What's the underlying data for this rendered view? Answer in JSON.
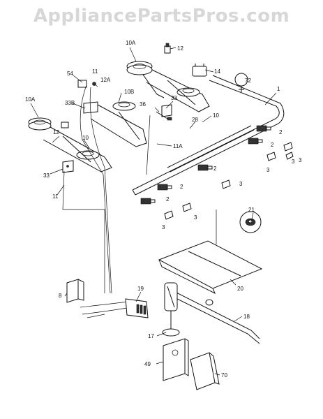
{
  "watermark": "AppliancePartsPros.com",
  "callouts": {
    "c10A_top": "10A",
    "c12_top": "12",
    "c14": "14",
    "c72": "72",
    "c1": "1",
    "c54": "54",
    "c11_top": "11",
    "c12A": "12A",
    "c10B": "10B",
    "c10_rear": "10",
    "c10A_left": "10A",
    "c33B": "33B",
    "c36": "36",
    "c33_mid": "33",
    "c28": "28",
    "c2_a": "2",
    "c2_b": "2",
    "c2_c": "2",
    "c2_d": "2",
    "c2_e": "2",
    "c3_a": "3",
    "c3_b": "3",
    "c3_c": "3",
    "c3_d": "3",
    "c3_e": "3",
    "c3_f": "3",
    "c12_left": "12",
    "c10_front": "10",
    "c11A": "11A",
    "c33_left": "33",
    "c11_left": "11",
    "c21": "21",
    "c20": "20",
    "c8": "8",
    "c19": "19",
    "c18": "18",
    "c17": "17",
    "c49": "49",
    "c70": "70"
  }
}
